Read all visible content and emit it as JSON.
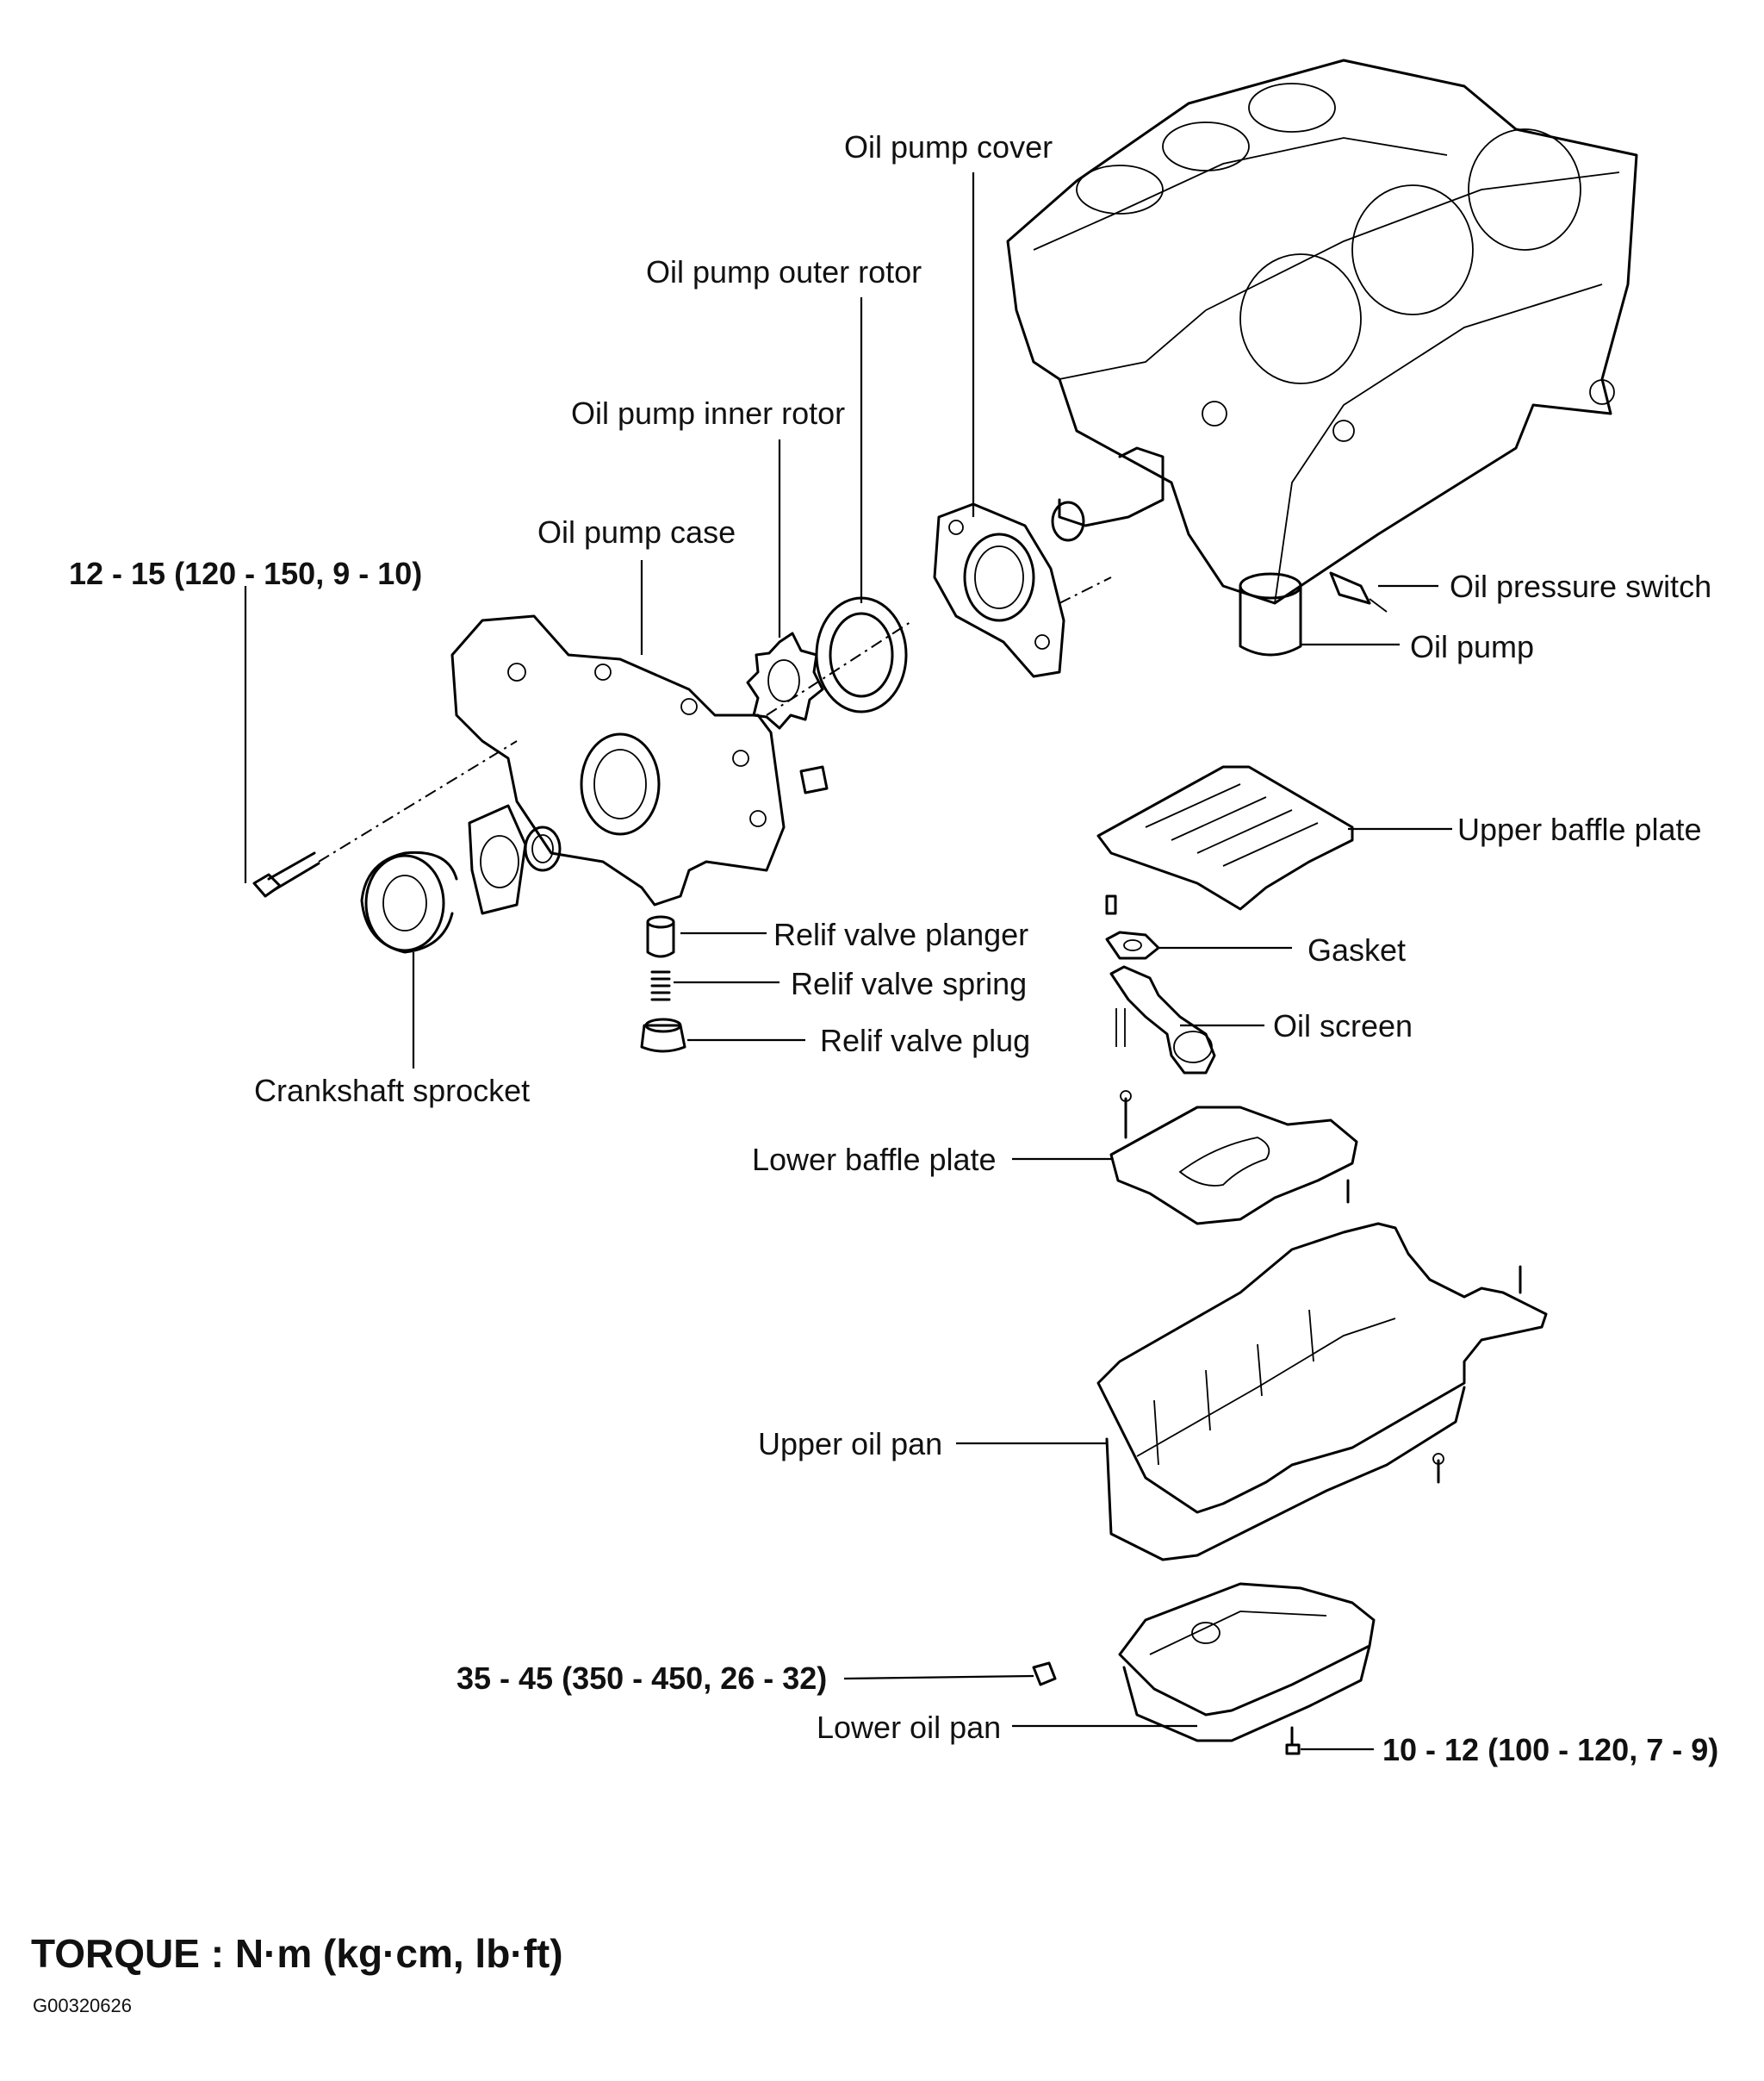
{
  "labels": {
    "oil_pump_cover": "Oil pump cover",
    "oil_pump_outer_rotor": "Oil pump outer rotor",
    "oil_pump_inner_rotor": "Oil pump inner rotor",
    "oil_pump_case": "Oil pump case",
    "oil_pressure_switch": "Oil pressure switch",
    "oil_pump": "Oil pump",
    "upper_baffle_plate": "Upper baffle plate",
    "gasket": "Gasket",
    "oil_screen": "Oil screen",
    "relif_valve_planger": "Relif valve planger",
    "relif_valve_spring": "Relif valve spring",
    "relif_valve_plug": "Relif valve plug",
    "crankshaft_sprocket": "Crankshaft sprocket",
    "lower_baffle_plate": "Lower baffle plate",
    "upper_oil_pan": "Upper oil pan",
    "lower_oil_pan": "Lower oil pan"
  },
  "torque_specs": {
    "pump_case_bolt": "12 - 15 (120 - 150, 9 - 10)",
    "drain_plug": "35 - 45 (350 - 450, 26 - 32)",
    "lower_pan_bolt": "10 - 12 (100 - 120, 7 - 9)"
  },
  "legend": {
    "torque_units": "TORQUE : N·m (kg·cm, lb·ft)"
  },
  "figure_id": "G00320626"
}
